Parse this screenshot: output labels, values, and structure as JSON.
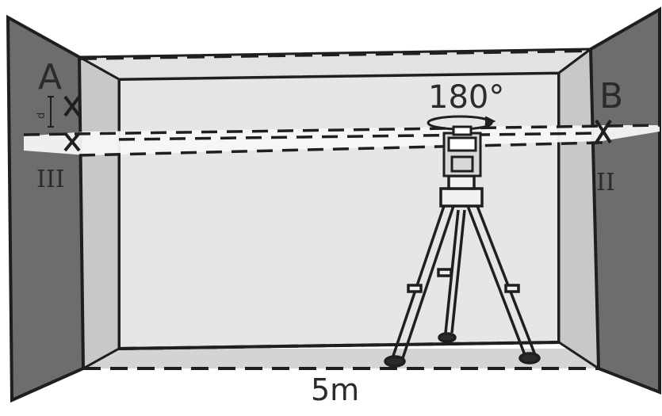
{
  "diagram": {
    "title": "",
    "labels": {
      "point_a": "A",
      "point_b": "B",
      "mark_ii": "II",
      "mark_iii": "III",
      "rotation": "180°",
      "distance": "5m",
      "difference": "d"
    },
    "colors": {
      "side_wall": "#6d6d6d",
      "back_wall": "#e6e6e6",
      "inner_trim": "#c8c8c8",
      "laser_plane": "#f7f7f7",
      "ink": "#1f1f1f"
    },
    "icons": [
      "tripod-icon",
      "rotating-laser-icon",
      "rotation-arrow-icon",
      "cross-mark-icon"
    ]
  }
}
